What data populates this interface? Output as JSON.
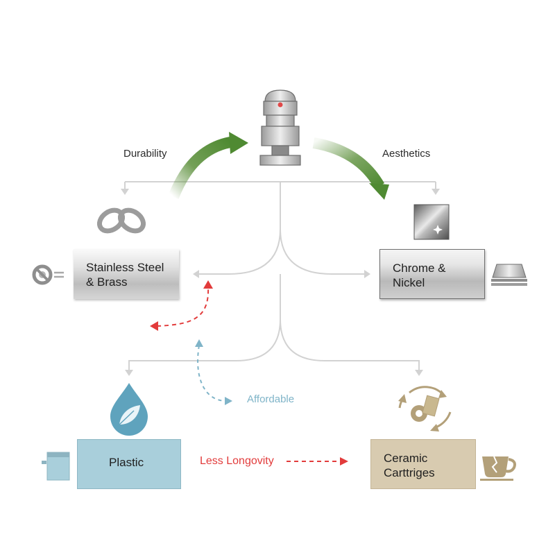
{
  "top_labels": {
    "left": "Durability",
    "right": "Aesthetics"
  },
  "materials": {
    "steel": {
      "line1": "Stainless Steel",
      "line2": "& Brass"
    },
    "chrome": {
      "line1": "Chrome &",
      "line2": "Nickel"
    },
    "plastic": {
      "line1": "Plastic"
    },
    "ceramic": {
      "line1": "Ceramic",
      "line2": "Carttriges"
    }
  },
  "annotations": {
    "affordable": "Affordable",
    "less_longevity": "Less Longovity"
  },
  "colors": {
    "connector": "#d2d2d2",
    "green_arrow": "#5b8f3a",
    "red_dashed": "#e23b3b",
    "blue_dashed": "#7fb4c8",
    "plastic_fill": "#a9cfdb",
    "ceramic_fill": "#d8cbb0",
    "ceramic_icon": "#b3a079"
  },
  "icons": [
    "faucet-icon",
    "chain-link-icon",
    "no-symbol-icon",
    "chrome-sparkle-icon",
    "metal-bar-icon",
    "water-drop-leaf-icon",
    "plastic-cup-icon",
    "cycle-gear-icon",
    "broken-cup-icon"
  ]
}
